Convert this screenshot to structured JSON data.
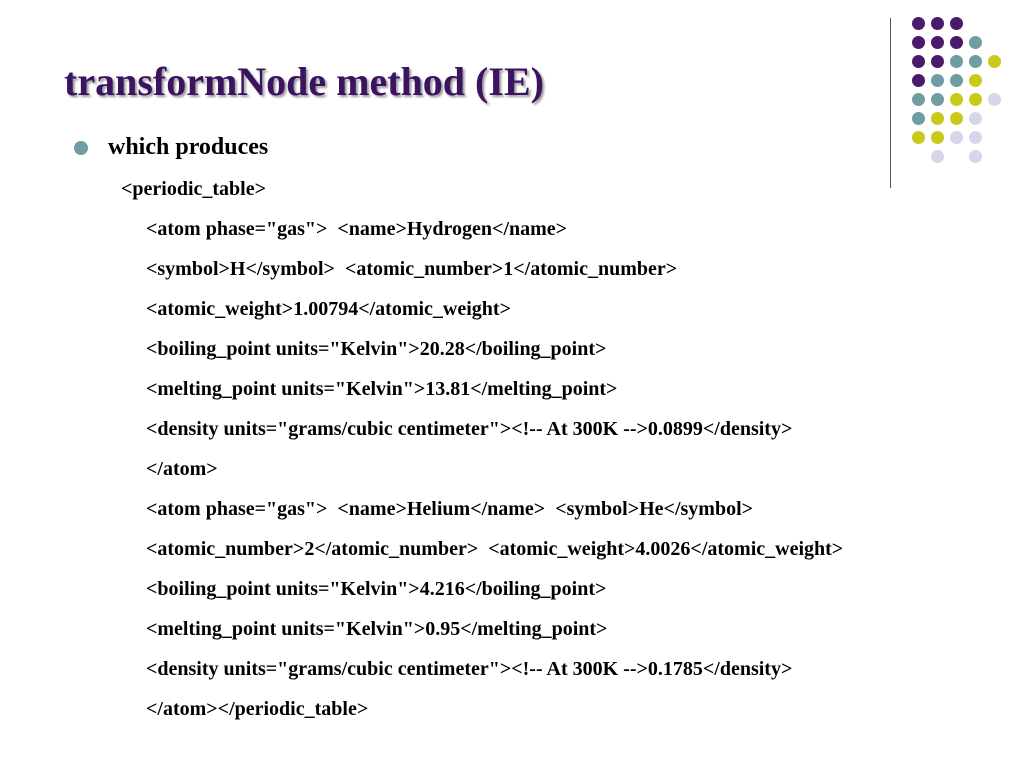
{
  "slide": {
    "title": "transformNode method (IE)",
    "bullet": "which produces",
    "lines": [
      "<periodic_table>",
      "<atom phase=\"gas\">  <name>Hydrogen</name>",
      "<symbol>H</symbol>  <atomic_number>1</atomic_number>",
      "<atomic_weight>1.00794</atomic_weight>",
      "<boiling_point units=\"Kelvin\">20.28</boiling_point>",
      "<melting_point units=\"Kelvin\">13.81</melting_point>",
      "<density units=\"grams/cubic centimeter\"><!-- At 300K -->0.0899</density>",
      "</atom>",
      "<atom phase=\"gas\">  <name>Helium</name>  <symbol>He</symbol>",
      "<atomic_number>2</atomic_number>  <atomic_weight>4.0026</atomic_weight>",
      "<boiling_point units=\"Kelvin\">4.216</boiling_point>",
      "<melting_point units=\"Kelvin\">0.95</melting_point>",
      "<density units=\"grams/cubic centimeter\"><!-- At 300K -->0.1785</density>",
      "</atom></periodic_table>"
    ]
  },
  "colors": {
    "title": "#3c1361",
    "purple": "#4a1a6b",
    "teal": "#6f9da1",
    "yellow": "#c9c91c",
    "lavender": "#d6d6ea",
    "bullet": "#6f9da1"
  }
}
